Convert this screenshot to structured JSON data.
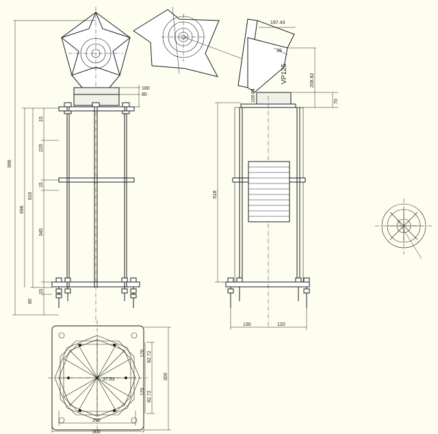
{
  "dimensions": {
    "d996": "996",
    "d180": "180",
    "d80top": "80",
    "d15a": "15",
    "d225": "225",
    "d15b": "15",
    "d616": "616",
    "d696": "696",
    "d345": "345",
    "d15c": "15",
    "d80bot": "80",
    "d618": "618",
    "d70": "70",
    "d208": "208.82",
    "d100": "100",
    "d64": "64",
    "d130": "130",
    "d120": "120",
    "d197": "197.43",
    "d39": "39",
    "vp125": "VP125",
    "d250": "250",
    "d300w": "300",
    "d300h": "300",
    "d3763": "37.63",
    "d120b": "120",
    "d8272a": "82.72",
    "d120c": "120",
    "d8272b": "82.72"
  }
}
